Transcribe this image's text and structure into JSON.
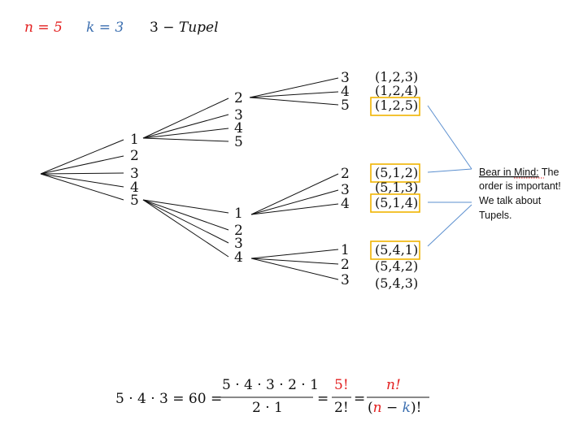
{
  "header": {
    "n_text": "n = 5",
    "k_text": "k = 3",
    "tupel_prefix": "3 − ",
    "tupel_word": "Tupel"
  },
  "colors": {
    "red": "#e32020",
    "blue": "#3c6fb0",
    "black": "#111111",
    "highlight": "#f0b400",
    "connector": "#5b8fcf"
  },
  "tree": {
    "level1": [
      "1",
      "2",
      "3",
      "4",
      "5"
    ],
    "level2_under_1": [
      "2",
      "3",
      "4",
      "5"
    ],
    "level3_under_1_2": [
      "3",
      "4",
      "5"
    ],
    "level2_under_5": [
      "1",
      "2",
      "3",
      "4"
    ],
    "level3_under_5_1": [
      "2",
      "3",
      "4"
    ],
    "level3_under_5_4": [
      "1",
      "2",
      "3"
    ]
  },
  "tuples": {
    "t123": "(1,2,3)",
    "t124": "(1,2,4)",
    "t125": "(1,2,5)",
    "t512": "(5,1,2)",
    "t513": "(5,1,3)",
    "t514": "(5,1,4)",
    "t541": "(5,4,1)",
    "t542": "(5,4,2)",
    "t543": "(5,4,3)"
  },
  "note": {
    "line1_underlined": "Bear in Mind:",
    "line1_rest": " The",
    "line2": "order is important!",
    "line3": "We talk about",
    "line4": "Tupels."
  },
  "formula": {
    "lhs": "5 · 4 · 3 = 60 =",
    "frac1_num": "5 · 4 · 3 · 2 · 1",
    "frac1_den": "2 · 1",
    "eq1": "=",
    "frac2_num": "5!",
    "frac2_den": "2!",
    "eq2": "=",
    "frac3_num": "n!",
    "frac3_den_open": "(",
    "frac3_den_n": "n",
    "frac3_den_minus": " − ",
    "frac3_den_k": "k",
    "frac3_den_close": ")!"
  }
}
